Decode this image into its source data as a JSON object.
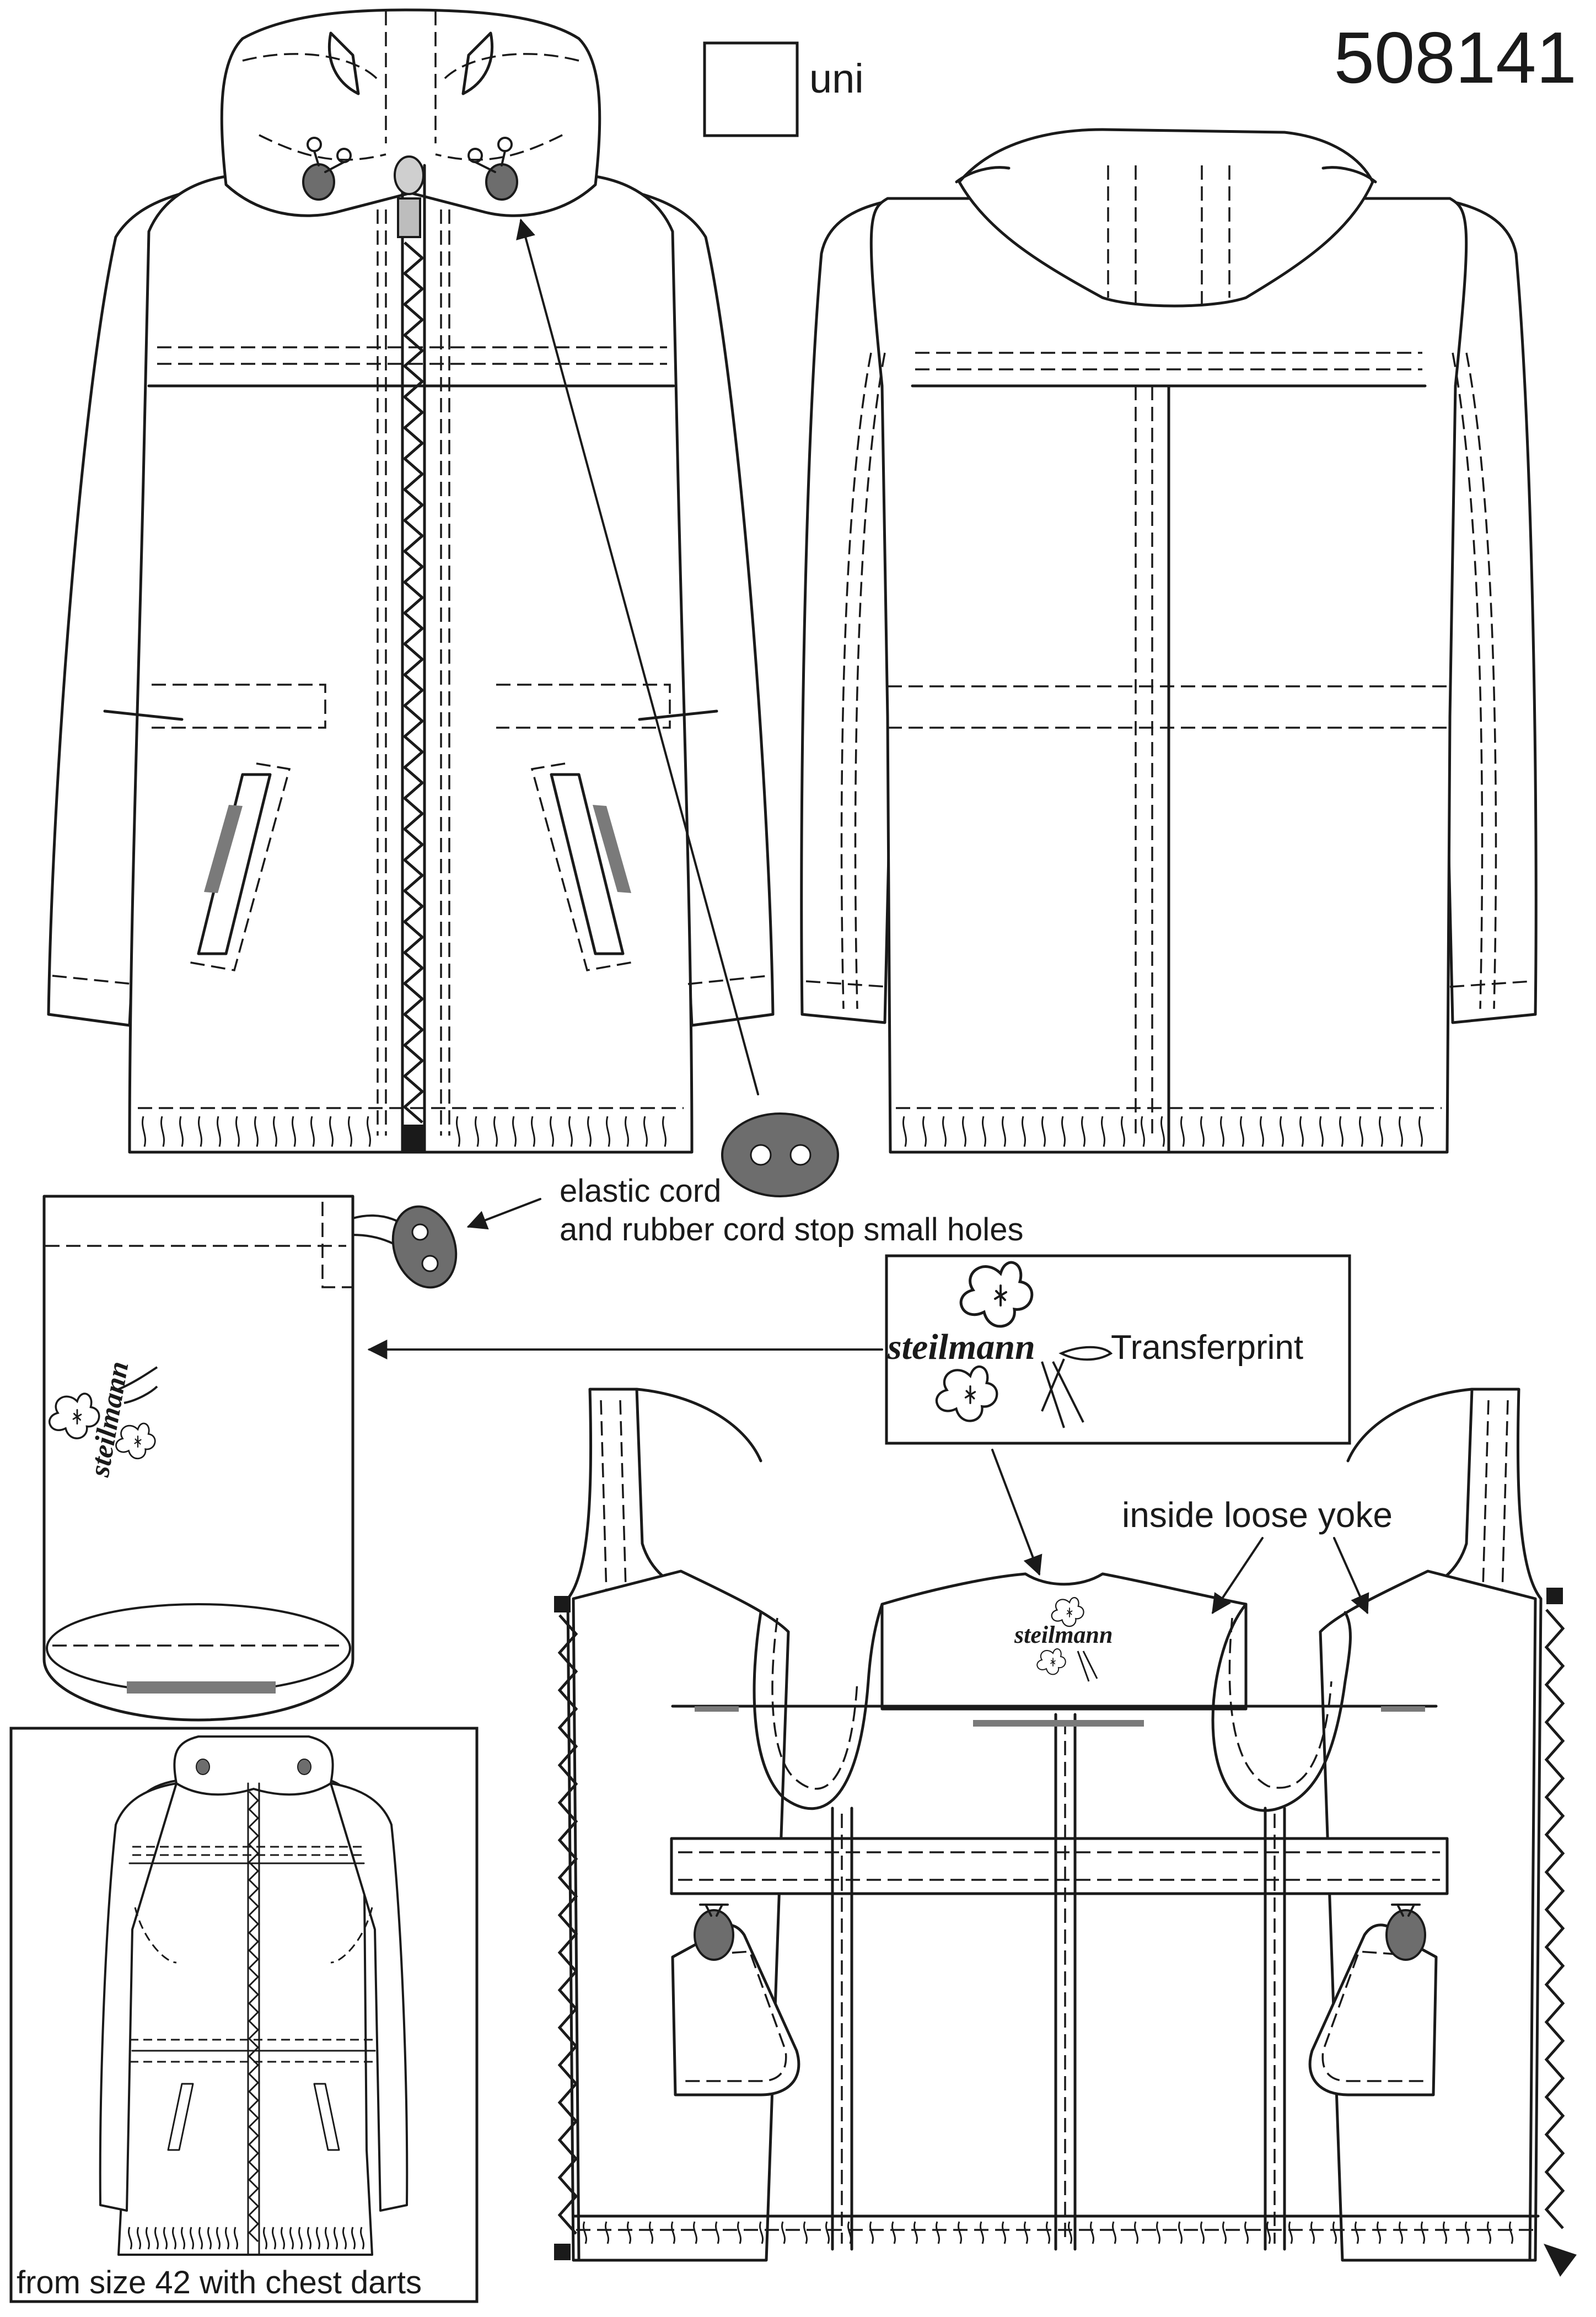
{
  "sheet": {
    "article_number": "508141",
    "colour_label": "uni"
  },
  "callouts": {
    "elastic_cord_line1": "elastic cord",
    "elastic_cord_line2": "and rubber cord stop small holes",
    "transferprint": "Transferprint",
    "inside_loose_yoke": "inside loose yoke",
    "chest_darts_note": "from size 42 with chest darts"
  },
  "logo": {
    "brand": "steilmann"
  },
  "icons": {
    "colour_swatch": "swatch-square-icon",
    "cord_stopper": "oval-two-hole-toggle-icon",
    "flower_logo": "flower-logo-icon",
    "arrow": "arrow-icon"
  },
  "colors": {
    "line": "#1a1a1a",
    "fill": "#ffffff",
    "accent_grey": "#6d6d6d"
  }
}
